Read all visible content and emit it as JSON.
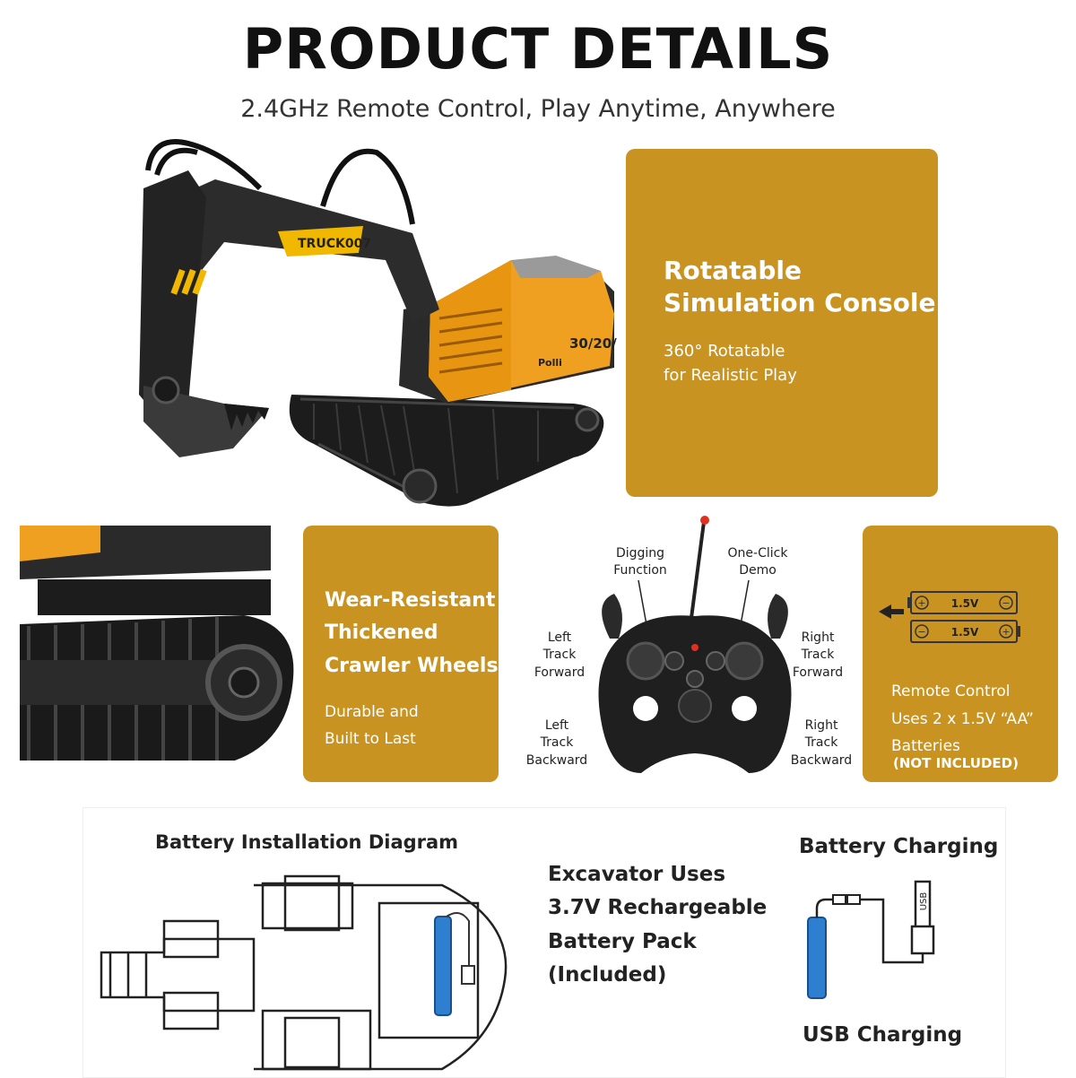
{
  "header": {
    "title": "PRODUCT DETAILS",
    "subtitle": "2.4GHz Remote Control, Play Anytime, Anywhere"
  },
  "hero": {
    "brand_label": "TRUCK007",
    "body_number": "30/20/",
    "side_text": "Polli"
  },
  "console_card": {
    "heading_line1": "Rotatable",
    "heading_line2": "Simulation Console",
    "text_line1": "360° Rotatable",
    "text_line2": "for Realistic Play"
  },
  "crawler_card": {
    "heading_line1": "Wear-Resistant",
    "heading_line2": "Thickened",
    "heading_line3": "Crawler Wheels",
    "text_line1": "Durable and",
    "text_line2": "Built to Last"
  },
  "remote": {
    "digging_line1": "Digging",
    "digging_line2": "Function",
    "demo_line1": "One-Click",
    "demo_line2": "Demo",
    "left_fwd_line1": "Left",
    "left_fwd_line2": "Track",
    "left_fwd_line3": "Forward",
    "right_fwd_line1": "Right",
    "right_fwd_line2": "Track",
    "right_fwd_line3": "Forward",
    "left_bwd_line1": "Left",
    "left_bwd_line2": "Track",
    "left_bwd_line3": "Backward",
    "right_bwd_line1": "Right",
    "right_bwd_line2": "Track",
    "right_bwd_line3": "Backward"
  },
  "battery_card": {
    "battery_voltage_1": "1.5V",
    "battery_voltage_2": "1.5V",
    "text_line1": "Remote Control",
    "text_line2": "Uses 2 x 1.5V “AA”",
    "text_line3": "Batteries",
    "note": "(NOT INCLUDED)"
  },
  "bottom": {
    "install_title": "Battery Installation Diagram",
    "pack_line1": "Excavator Uses",
    "pack_line2": "3.7V Rechargeable",
    "pack_line3": "Battery Pack",
    "pack_line4": "(Included)",
    "charging_title": "Battery Charging",
    "usb_label": "USB Charging"
  },
  "colors": {
    "card": "#c99322",
    "excavator_body": "#f0a020",
    "battery_blue": "#2f7fd0"
  }
}
